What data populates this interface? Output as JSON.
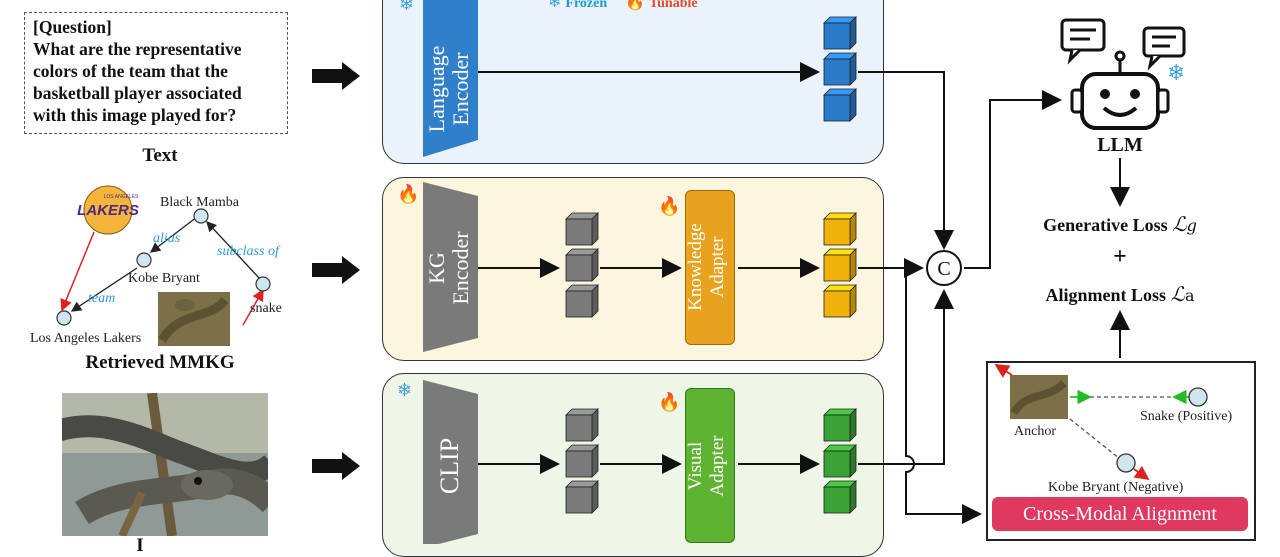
{
  "question": {
    "heading": "[Question]",
    "text": "What are the representative colors of the team that the basketball player associated with this image played for?"
  },
  "captions": {
    "text": "Text",
    "mmkg": "Retrieved MMKG",
    "image": "I"
  },
  "legend": {
    "frozen": "Frozen",
    "tunable": "Tunable"
  },
  "encoders": {
    "language": [
      "Language",
      "Encoder"
    ],
    "kg": [
      "KG",
      "Encoder"
    ],
    "clip": "CLIP"
  },
  "adapters": {
    "knowledge": [
      "Knowledge",
      "Adapter"
    ],
    "visual": [
      "Visual",
      "Adapter"
    ]
  },
  "concat_symbol": "C",
  "llm_label": "LLM",
  "losses": {
    "generative": "Generative Loss",
    "generative_symbol": "ℒ",
    "generative_sub": "g",
    "plus": "+",
    "alignment": "Alignment Loss",
    "alignment_symbol": "ℒ",
    "alignment_sub": "a"
  },
  "kg_graph": {
    "logo": "LAKERS",
    "logo_small": "LOS ANGELES",
    "nodes": {
      "black_mamba": "Black Mamba",
      "kobe": "Kobe Bryant",
      "lakers": "Los Angeles Lakers",
      "snake": "snake"
    },
    "edges": {
      "alias": "alias",
      "subclass": "subclass of",
      "team": "team"
    }
  },
  "alignment": {
    "anchor": "Anchor",
    "positive": "Snake (Positive)",
    "negative": "Kobe Bryant (Negative)",
    "button": "Cross-Modal Alignment"
  },
  "colors": {
    "blue_cube": "#2a7bc8",
    "yellow_cube": "#f0b20a",
    "green_cube": "#3aa235",
    "gray_cube": "#7a7a7a",
    "cma": "#e0395f"
  }
}
